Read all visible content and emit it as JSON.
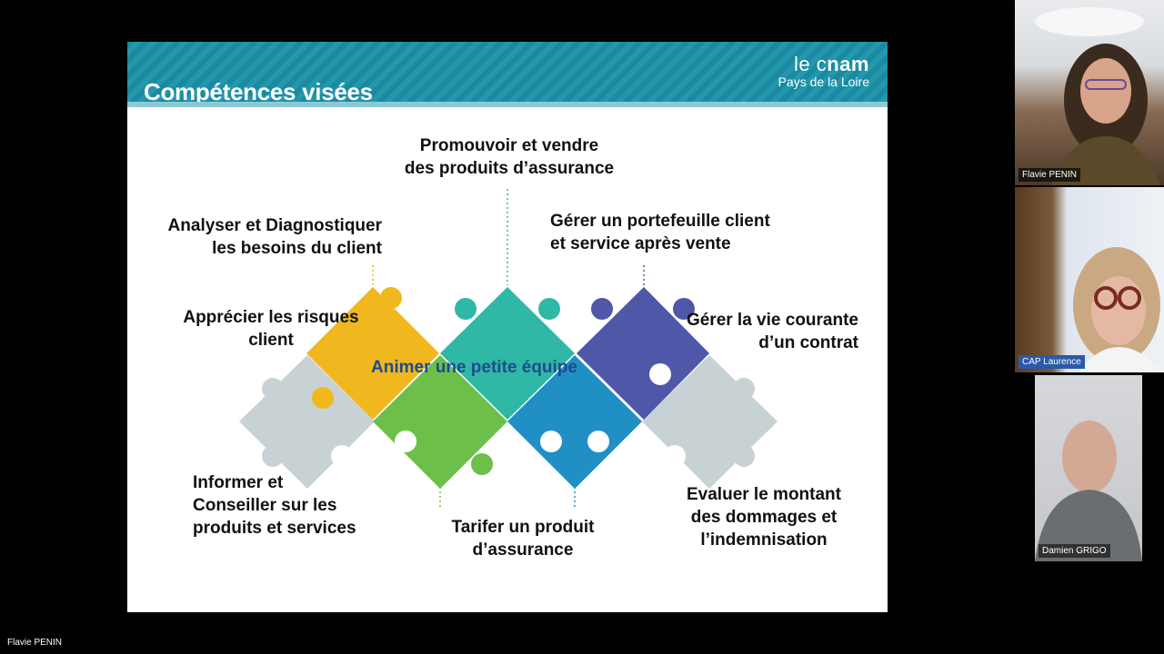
{
  "slide": {
    "title": "Compétences visées",
    "logo": {
      "line1_prefix": "le c",
      "line1_bold": "nam",
      "line2": "Pays de la Loire"
    },
    "center_label": "Animer une petite équipe",
    "labels": {
      "promouvoir": [
        "Promouvoir et vendre",
        "des produits d’assurance"
      ],
      "analyser": [
        "Analyser et Diagnostiquer",
        "les besoins du client"
      ],
      "gerer_portefeuille": [
        "Gérer un portefeuille client",
        "et service après vente"
      ],
      "apprecier": [
        "Apprécier les risques",
        "client"
      ],
      "gerer_vie": [
        "Gérer la vie courante",
        "d’un contrat"
      ],
      "informer": [
        "Informer et",
        "Conseiller sur  les",
        "produits et services"
      ],
      "tarifer": [
        "Tarifer un produit",
        "d’assurance"
      ],
      "evaluer": [
        "Evaluer le montant",
        "des dommages et",
        "l’indemnisation"
      ]
    },
    "colors": {
      "header": "#1a8aa0",
      "yellow": "#f0b81e",
      "green": "#6cc04a",
      "teal": "#2fb8a6",
      "blue": "#1f8fc4",
      "purple": "#4f57a8",
      "gray": "#c8d2d4"
    }
  },
  "participants": [
    {
      "name": "Flavie PENIN"
    },
    {
      "name": "CAP Laurence"
    },
    {
      "name": "Damien GRIGO"
    }
  ],
  "active_speaker": "Flavie PENIN"
}
